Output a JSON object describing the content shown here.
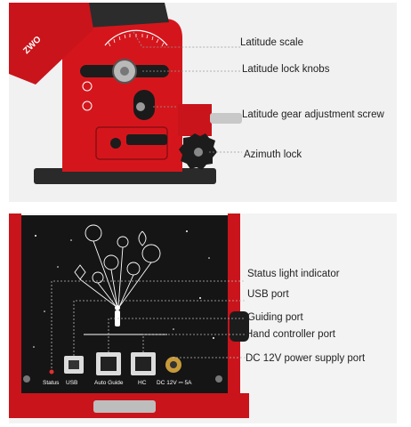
{
  "brand": {
    "logo_text": "ZWO"
  },
  "top_labels": {
    "latitude_scale": "Latitude scale",
    "latitude_lock_knobs": "Latitude lock knobs",
    "latitude_gear_screw": "Latitude gear adjustment screw",
    "azimuth_lock": "Azimuth lock"
  },
  "bottom_labels": {
    "status_light": "Status light indicator",
    "usb_port": "USB port",
    "guiding_port": "Guiding port",
    "hand_controller_port": "Hand controller port",
    "dc_power_port": "DC 12V power supply port"
  },
  "port_labels": {
    "status": "Status",
    "usb": "USB",
    "auto_guide": "Auto Guide",
    "hc": "HC",
    "dc": "DC 12V ⎓ 5A"
  },
  "colors": {
    "mount_red": "#d4161c",
    "panel_black": "#151515",
    "knob_black": "#1c1c1c"
  }
}
